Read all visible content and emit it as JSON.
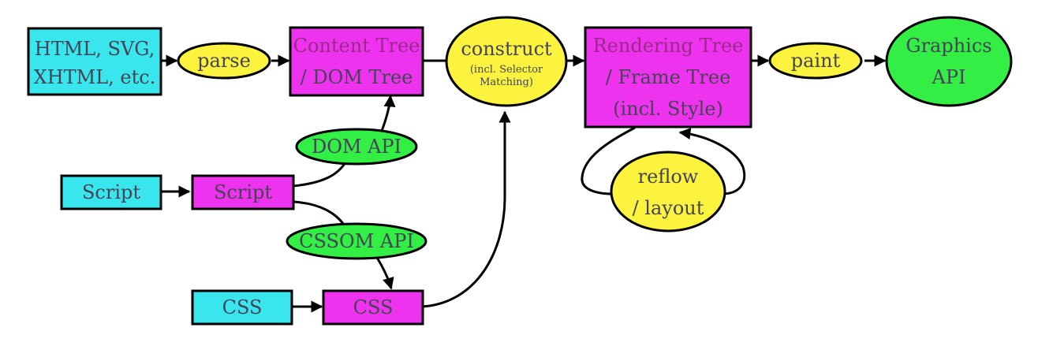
{
  "colors": {
    "cyan": "#39e6ee",
    "magenta": "#ee33ee",
    "yellow": "#fbf33e",
    "green": "#33ee44",
    "stroke": "#000000"
  },
  "nodes": {
    "source_formats": {
      "line1": "HTML, SVG,",
      "line2": "XHTML, etc."
    },
    "parse": {
      "label": "parse"
    },
    "content_tree": {
      "line1": "Content Tree",
      "line2": "/ DOM Tree"
    },
    "construct": {
      "line1": "construct",
      "line2": "(incl. Selector",
      "line3": "Matching)"
    },
    "rendering_tree": {
      "line1": "Rendering Tree",
      "line2": "/ Frame Tree",
      "line3": "(incl. Style)"
    },
    "paint": {
      "label": "paint"
    },
    "graphics_api": {
      "line1": "Graphics",
      "line2": "API"
    },
    "script_source": {
      "label": "Script"
    },
    "script_engine": {
      "label": "Script"
    },
    "dom_api": {
      "label": "DOM API"
    },
    "cssom_api": {
      "label": "CSSOM API"
    },
    "reflow": {
      "line1": "reflow",
      "line2": "/ layout"
    },
    "css_source": {
      "label": "CSS"
    },
    "css_engine": {
      "label": "CSS"
    }
  }
}
